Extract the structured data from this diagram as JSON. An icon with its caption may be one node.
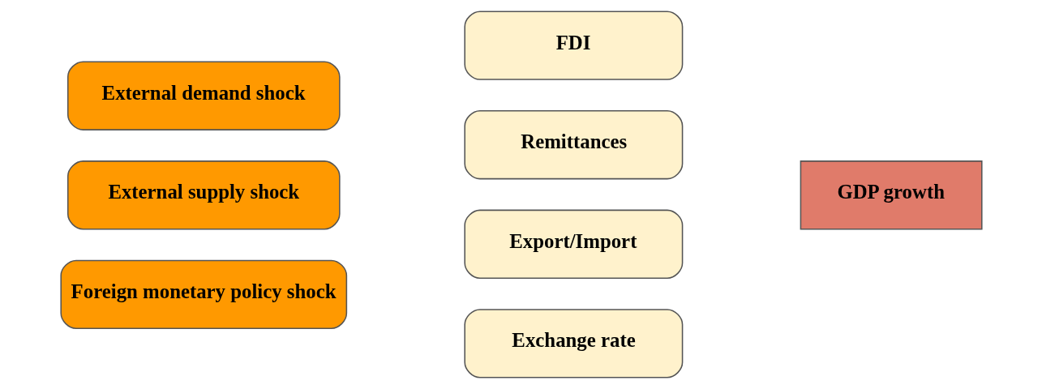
{
  "diagram": {
    "nodes": [
      {
        "text": [
          "External demand shock"
        ]
      },
      {
        "text": [
          "External supply shock"
        ]
      },
      {
        "text": [
          "Foreign monetary policy shock"
        ]
      },
      {
        "text": [
          "FDI"
        ]
      },
      {
        "text": [
          "Remittances"
        ]
      },
      {
        "text": [
          "Export/Import"
        ]
      },
      {
        "text": [
          "Exchange rate"
        ]
      },
      {
        "text": [
          "GDP growth"
        ]
      }
    ]
  }
}
